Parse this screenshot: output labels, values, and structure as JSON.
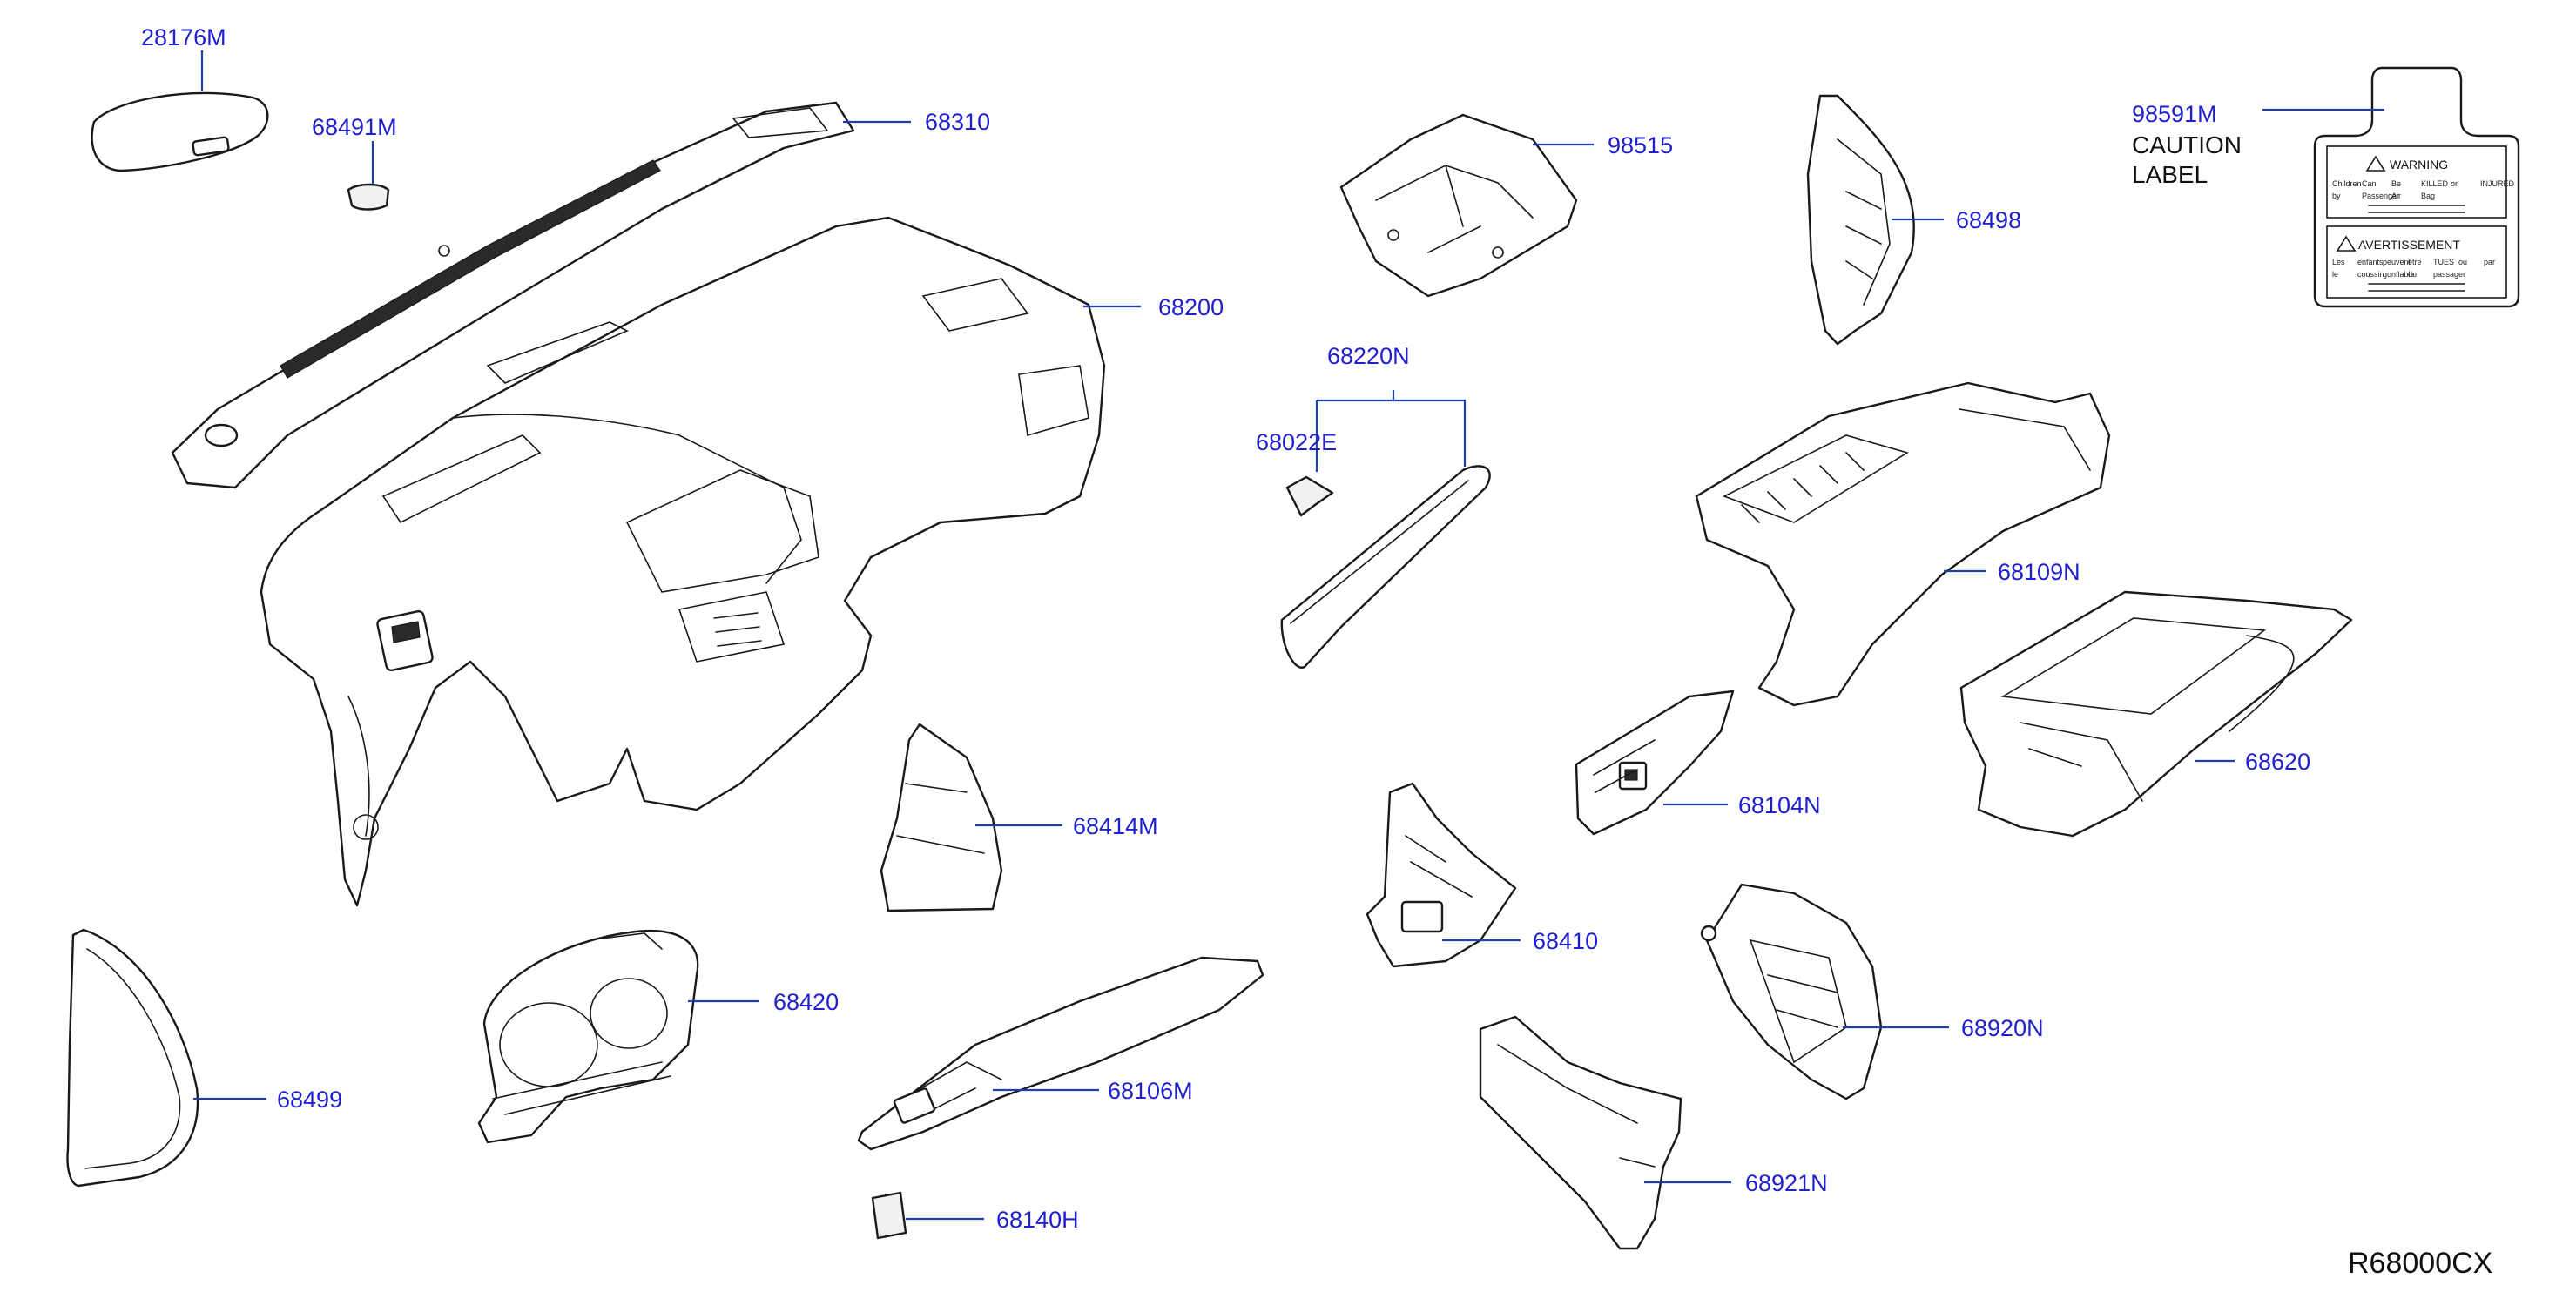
{
  "parts": [
    {
      "id": "p28176M",
      "number": "28176M"
    },
    {
      "id": "p68491M",
      "number": "68491M"
    },
    {
      "id": "p68310",
      "number": "68310"
    },
    {
      "id": "p68200",
      "number": "68200"
    },
    {
      "id": "p98515",
      "number": "98515"
    },
    {
      "id": "p68498",
      "number": "68498"
    },
    {
      "id": "p98591M",
      "number": "98591M"
    },
    {
      "id": "p68220N",
      "number": "68220N"
    },
    {
      "id": "p68022E",
      "number": "68022E"
    },
    {
      "id": "p68109N",
      "number": "68109N"
    },
    {
      "id": "p68620",
      "number": "68620"
    },
    {
      "id": "p68104N",
      "number": "68104N"
    },
    {
      "id": "p68414M",
      "number": "68414M"
    },
    {
      "id": "p68410",
      "number": "68410"
    },
    {
      "id": "p68920N",
      "number": "68920N"
    },
    {
      "id": "p68420",
      "number": "68420"
    },
    {
      "id": "p68499",
      "number": "68499"
    },
    {
      "id": "p68106M",
      "number": "68106M"
    },
    {
      "id": "p68921N",
      "number": "68921N"
    },
    {
      "id": "p68140H",
      "number": "68140H"
    }
  ],
  "caution_label": {
    "line1": "CAUTION",
    "line2": "LABEL",
    "warning_heading": "WARNING",
    "warning_words": [
      "Children",
      "Can",
      "Be",
      "KILLED",
      "or",
      "INJURED",
      "by",
      "Passenger",
      "Air",
      "Bag"
    ],
    "avertissement_heading": "AVERTISSEMENT",
    "avertissement_words": [
      "Les",
      "enfants",
      "peuvent",
      "etre",
      "TUES",
      "ou",
      "par",
      "le",
      "coussin",
      "gonflable",
      "du",
      "passager"
    ]
  },
  "drawing_id": "R68000CX",
  "colors": {
    "callout": "#1f1fd0",
    "leader": "#1f3fb0",
    "outline": "#1a1a1a"
  }
}
